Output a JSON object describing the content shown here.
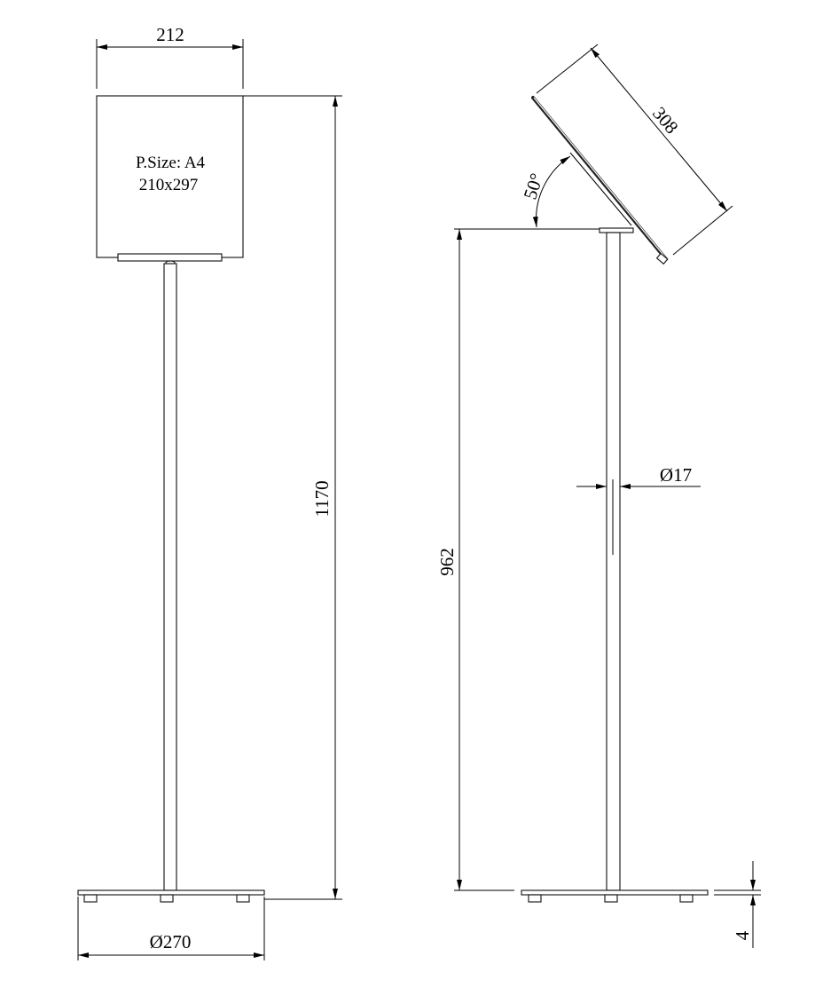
{
  "front_view": {
    "panel_note_line1": "P.Size: A4",
    "panel_note_line2": "210x297",
    "width_dim": "212",
    "height_dim": "1170",
    "base_dim": "Ø270"
  },
  "side_view": {
    "panel_length_dim": "308",
    "tilt_angle_dim": "50°",
    "pole_height_dim": "962",
    "pole_diameter_dim": "Ø17",
    "base_thickness_dim": "4"
  }
}
